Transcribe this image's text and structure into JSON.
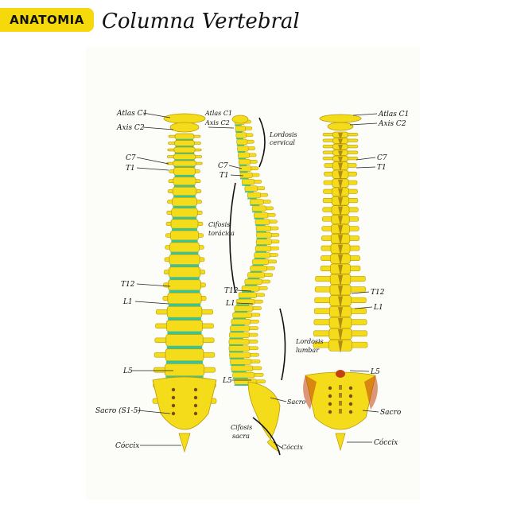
{
  "badge": "ANATOMIA",
  "title": "Columna Vertebral",
  "colors": {
    "bone": "#f5dc1a",
    "bone_outline": "#b89a06",
    "disc": "#2ec7a4",
    "dark": "#7a4a10",
    "red": "#c2410c"
  },
  "labels": {
    "front": {
      "atlas": "Atlas C1",
      "axis": "Axis C2",
      "c7": "C7",
      "t1": "T1",
      "t12": "T12",
      "l1": "L1",
      "l5": "L5",
      "sacro": "Sacro (S1-5)",
      "coccix": "Cóccix"
    },
    "side": {
      "atlas": "Atlas C1",
      "axis": "Axis C2",
      "c7": "C7",
      "t1": "T1",
      "t12": "T12",
      "l1": "L1",
      "l5": "L5",
      "sacro": "Sacro",
      "coccix": "Cóccix",
      "lordosis_cervical_1": "Lordosis",
      "lordosis_cervical_2": "cervical",
      "cifosis_toracica_1": "Cifosis",
      "cifosis_toracica_2": "torácica",
      "lordosis_lumbar_1": "Lordosis",
      "lordosis_lumbar_2": "lumbar",
      "cifosis_sacra_1": "Cifosis",
      "cifosis_sacra_2": "sacra"
    },
    "back": {
      "atlas": "Atlas C1",
      "axis": "Axis C2",
      "c7": "C7",
      "t1": "T1",
      "t12": "T12",
      "l1": "L1",
      "l5": "L5",
      "sacro": "Sacro",
      "coccix": "Cóccix"
    }
  }
}
